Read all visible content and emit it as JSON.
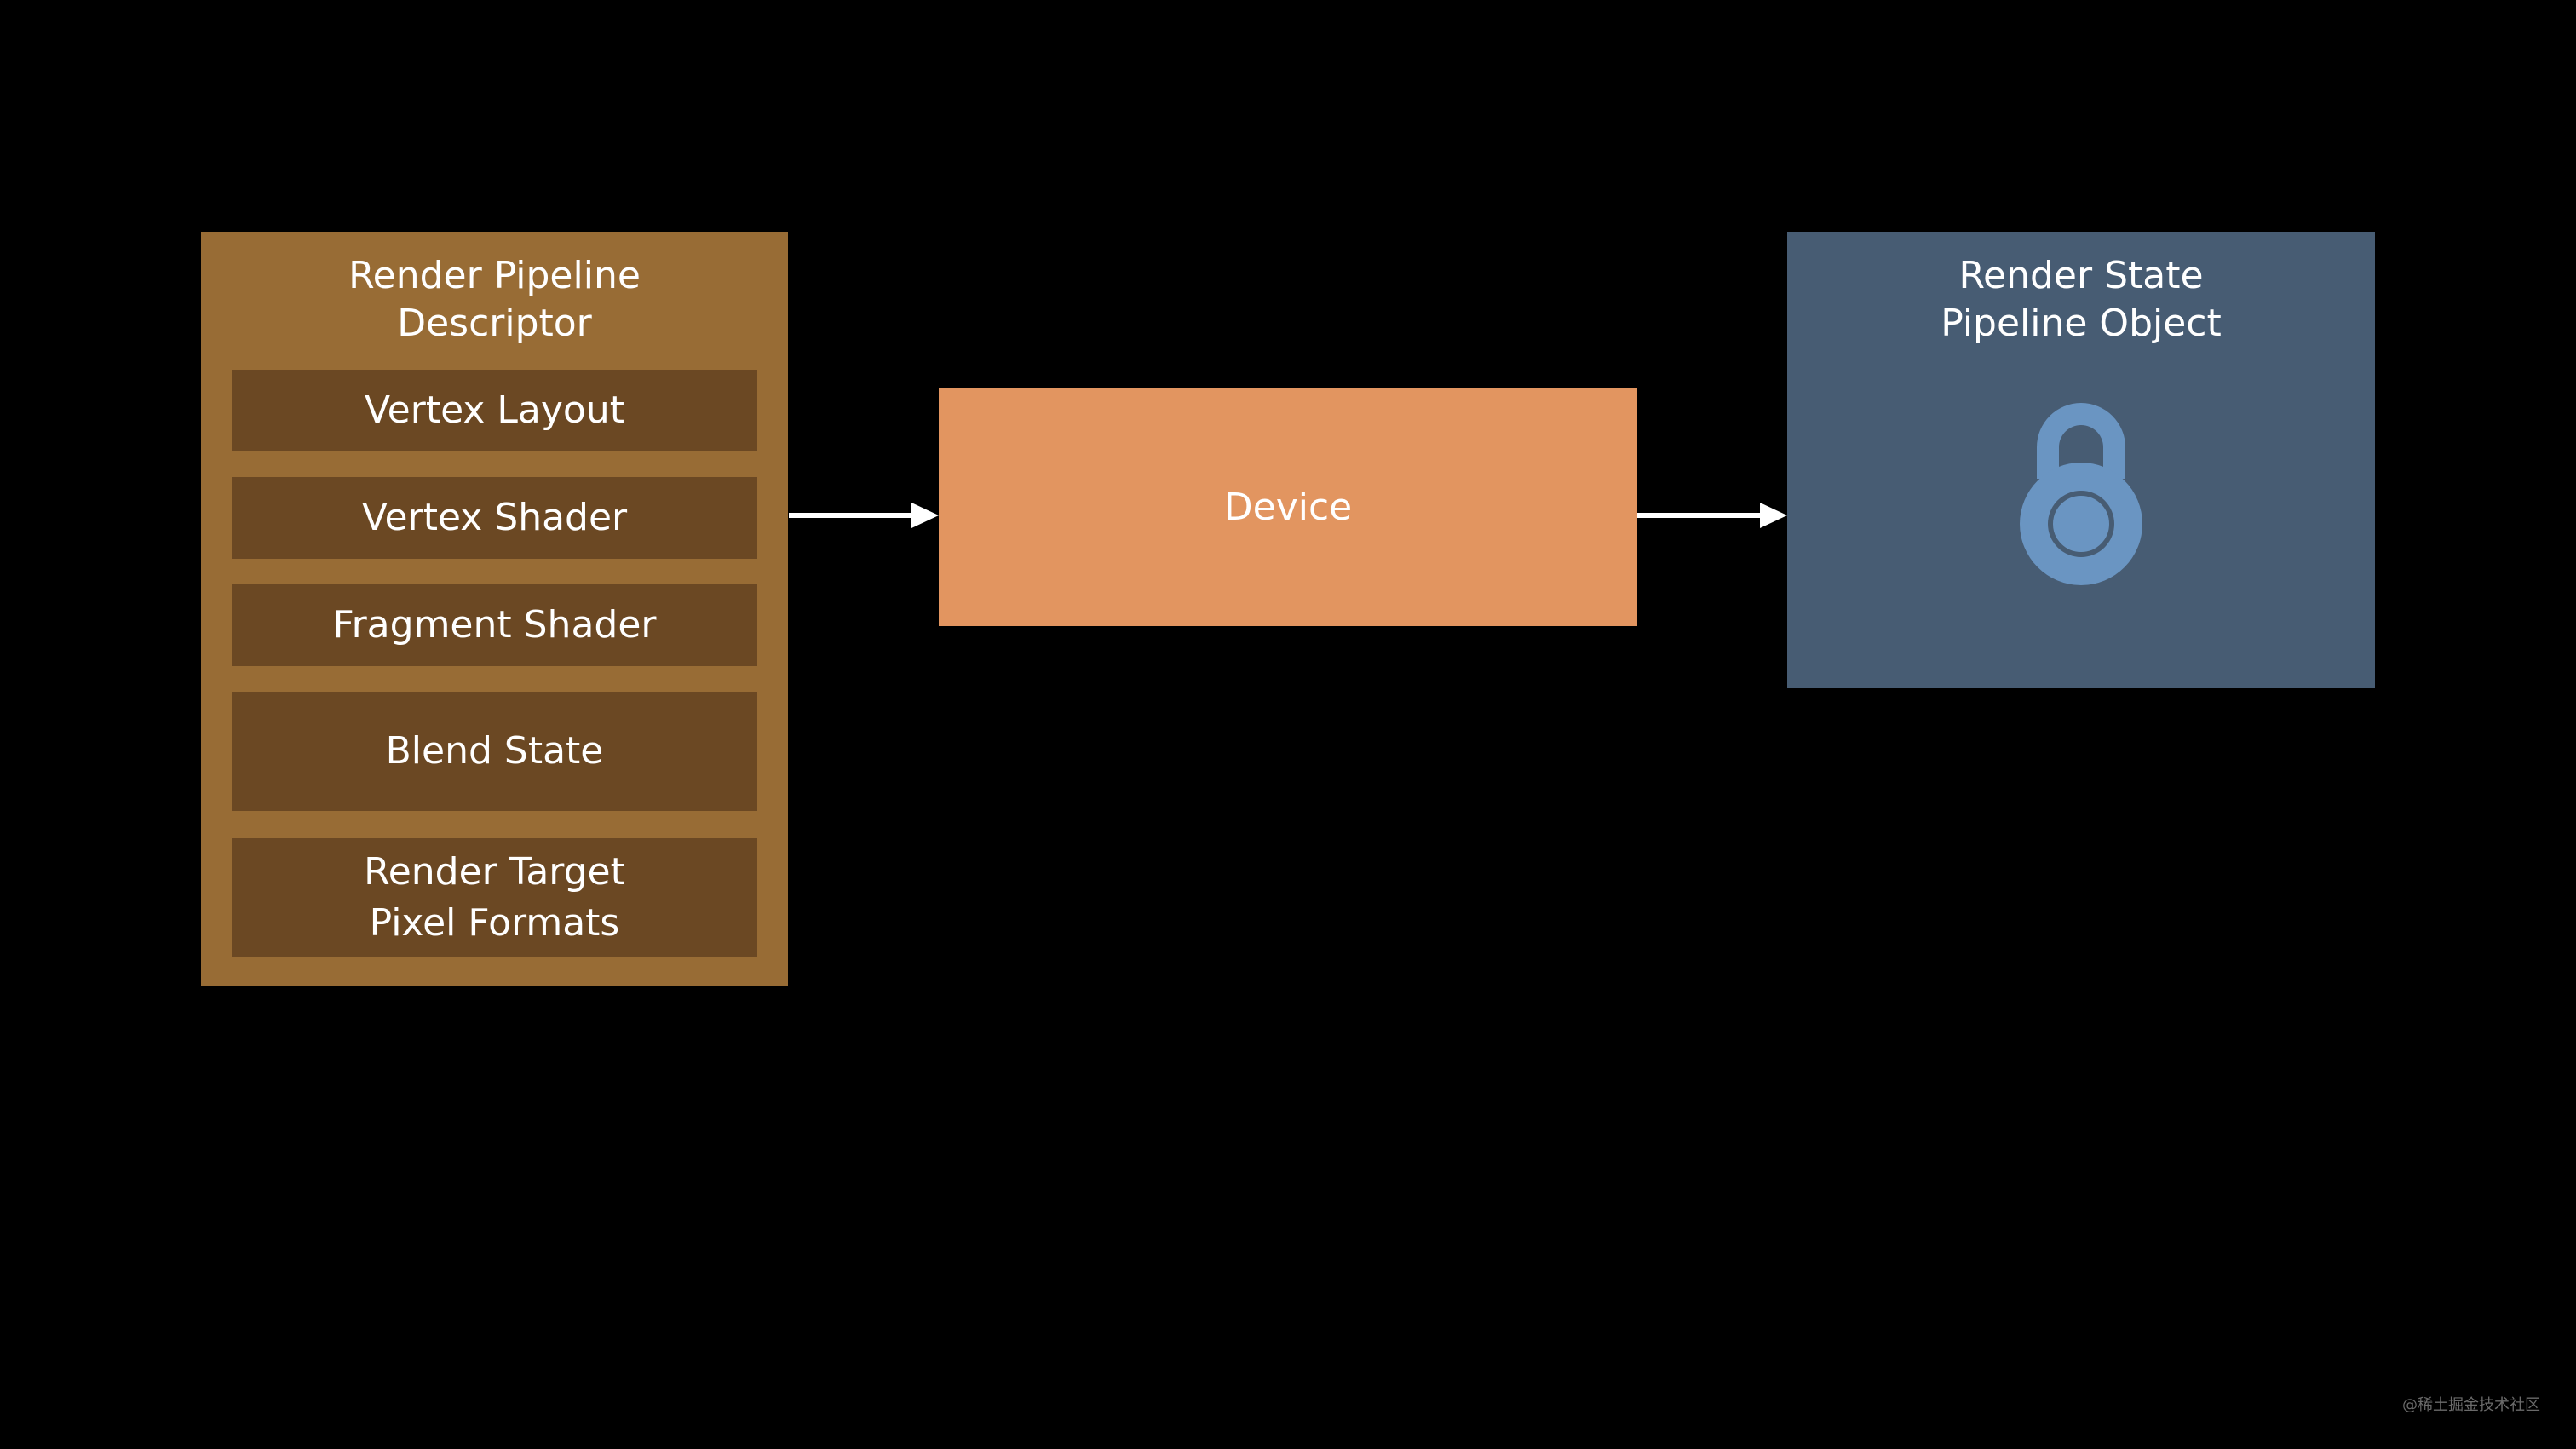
{
  "descriptor": {
    "title_lines": [
      "Render Pipeline",
      "Descriptor"
    ],
    "items": [
      {
        "lines": [
          "Vertex Layout"
        ]
      },
      {
        "lines": [
          "Vertex Shader"
        ]
      },
      {
        "lines": [
          "Fragment Shader"
        ]
      },
      {
        "lines": [
          "Blend State"
        ]
      },
      {
        "lines": [
          "Render Target",
          "Pixel Formats"
        ]
      }
    ]
  },
  "device": {
    "label": "Device"
  },
  "pipeline_object": {
    "title_lines": [
      "Render State",
      "Pipeline Object"
    ],
    "icon": "lock-icon"
  },
  "watermark": "@稀土掘金技术社区",
  "colors": {
    "background": "#000000",
    "descriptor_fill": "#986c35",
    "descriptor_item_fill": "#6b4823",
    "device_fill": "#e29560",
    "pso_fill": "#475c73",
    "lock_fill": "#6a95c2",
    "arrow": "#ffffff"
  }
}
